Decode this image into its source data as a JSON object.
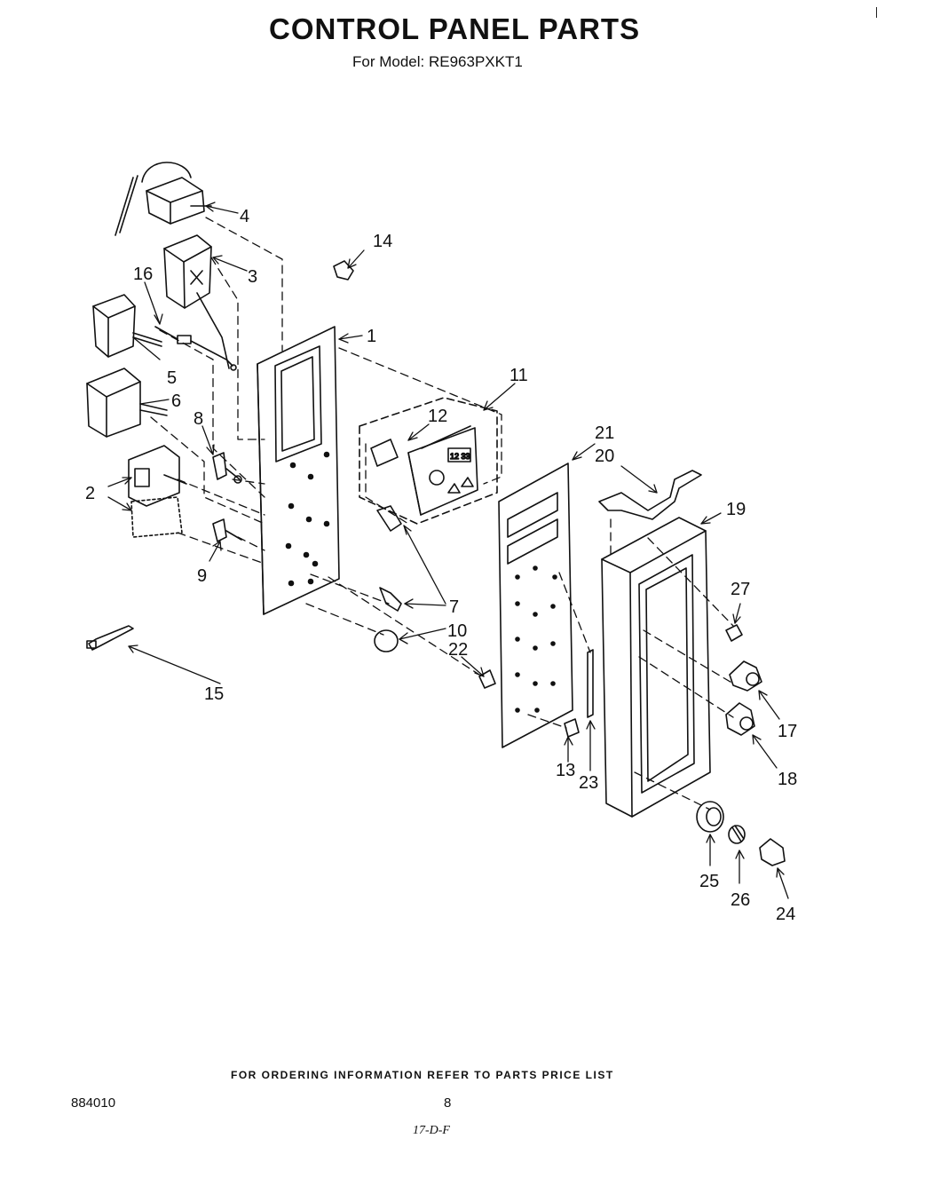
{
  "header": {
    "title": "CONTROL PANEL PARTS",
    "subtitle": "For Model: RE963PXKT1"
  },
  "footer": {
    "ordering_note": "FOR ORDERING INFORMATION REFER TO PARTS PRICE LIST",
    "doc_number": "884010",
    "page_number": "8",
    "handwritten": "17-D-F"
  },
  "diagram": {
    "callouts": {
      "c1": "1",
      "c2": "2",
      "c3": "3",
      "c4": "4",
      "c5": "5",
      "c6": "6",
      "c7": "7",
      "c8": "8",
      "c9": "9",
      "c10": "10",
      "c11": "11",
      "c12": "12",
      "c13": "13",
      "c14": "14",
      "c15": "15",
      "c16": "16",
      "c17": "17",
      "c18": "18",
      "c19": "19",
      "c20": "20",
      "c21": "21",
      "c22": "22",
      "c23": "23",
      "c24": "24",
      "c25": "25",
      "c26": "26",
      "c27": "27"
    },
    "clock_display": "12 33"
  }
}
